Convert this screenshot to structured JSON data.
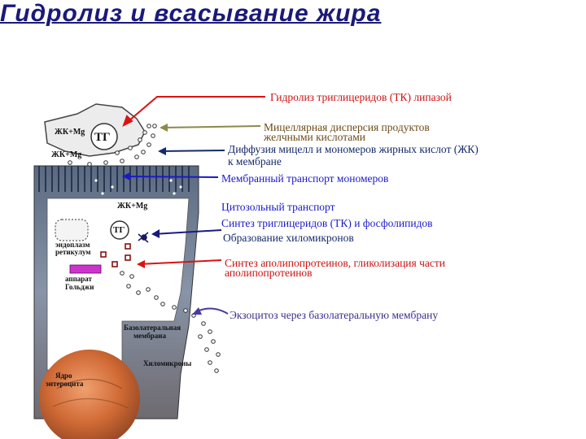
{
  "title": "Гидролиз и всасывание жира",
  "labels": {
    "hydrolysis": "Гидролиз триглицеридов (ТК) липазой",
    "micellar_1": "Мицеллярная дисперсия продуктов",
    "micellar_2": "желчными кислотами",
    "diffusion_1": "Диффузия мицелл и мономеров жирных кислот (ЖК)",
    "diffusion_2": "к мембране",
    "membrane_transport": "Мембранный транспорт мономеров",
    "cytosol_transport": "Цитозольный транспорт",
    "synthesis_tg": "Синтез триглицеридов (ТК) и фосфолипидов",
    "chylomicron_formation": "Образование хиломикронов",
    "apolipo_1": "Синтез аполипопротеинов, гликолизация части",
    "apolipo_2": "аполипопротеинов",
    "exocytosis": "Экзоцитоз через базолатеральную мембрану"
  },
  "cell_labels": {
    "fa_mg_1": "ЖК+Mg",
    "fa_mg_2": "ЖК+Mg",
    "fa_mg_3": "ЖК+Mg",
    "tg_1": "ТГ",
    "tg_2": "ТГ",
    "er_1": "эндоплазм",
    "er_2": "ретикулум",
    "golgi_1": "аппарат",
    "golgi_2": "Гольджи",
    "basolateral_1": "Базолатеральная",
    "basolateral_2": "мембрана",
    "chylomicrons": "Хиломикроны",
    "nucleus_1": "Ядро",
    "nucleus_2": "энтероцита"
  },
  "colors": {
    "title": "#1a1a7a",
    "red": "#cc1111",
    "olive": "#8a8a4a",
    "navy": "#152a6b",
    "blue": "#1a1ac8",
    "golgi": "#cc33cc"
  }
}
